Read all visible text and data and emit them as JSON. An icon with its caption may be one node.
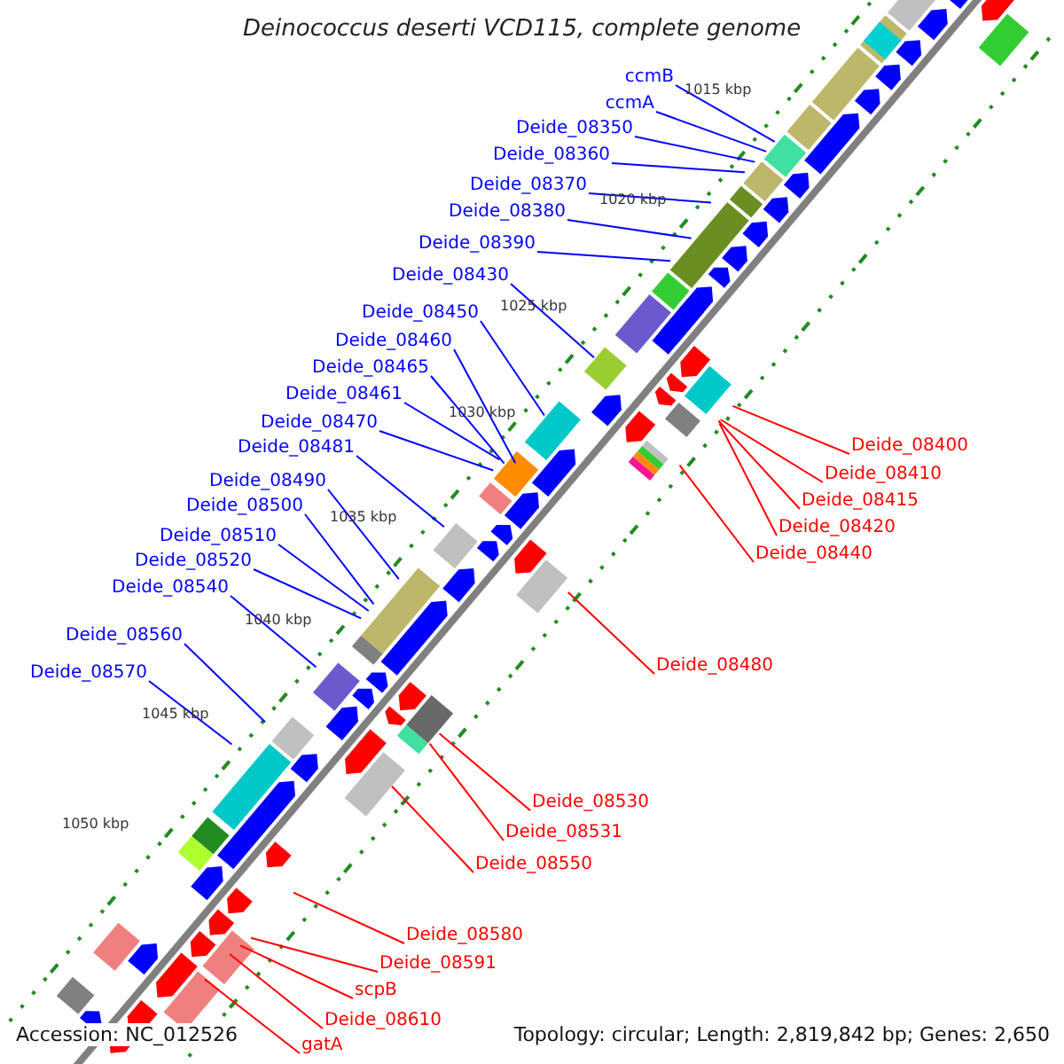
{
  "diagram": {
    "title": "Deinococcus deserti VCD115, complete genome",
    "nodes": [
      {
        "text": [
          "ccmB"
        ]
      },
      {
        "text": [
          "ccmA"
        ]
      },
      {
        "text": [
          "Deide_08350"
        ]
      },
      {
        "text": [
          "Deide_08360"
        ]
      },
      {
        "text": [
          "Deide_08370"
        ]
      },
      {
        "text": [
          "Deide_08380"
        ]
      },
      {
        "text": [
          "Deide_08390"
        ]
      },
      {
        "text": [
          "Deide_08430"
        ]
      },
      {
        "text": [
          "Deide_08450"
        ]
      },
      {
        "text": [
          "Deide_08460"
        ]
      },
      {
        "text": [
          "Deide_08465"
        ]
      },
      {
        "text": [
          "Deide_08461"
        ]
      },
      {
        "text": [
          "Deide_08470"
        ]
      },
      {
        "text": [
          "Deide_08481"
        ]
      },
      {
        "text": [
          "Deide_08490"
        ]
      },
      {
        "text": [
          "Deide_08500"
        ]
      },
      {
        "text": [
          "Deide_08510"
        ]
      },
      {
        "text": [
          "Deide_08520"
        ]
      },
      {
        "text": [
          "Deide_08540"
        ]
      },
      {
        "text": [
          "Deide_08560"
        ]
      },
      {
        "text": [
          "Deide_08570"
        ]
      },
      {
        "text": [
          "Deide_08400"
        ]
      },
      {
        "text": [
          "Deide_08410"
        ]
      },
      {
        "text": [
          "Deide_08415"
        ]
      },
      {
        "text": [
          "Deide_08420"
        ]
      },
      {
        "text": [
          "Deide_08440"
        ]
      },
      {
        "text": [
          "Deide_08480"
        ]
      },
      {
        "text": [
          "Deide_08530"
        ]
      },
      {
        "text": [
          "Deide_08531"
        ]
      },
      {
        "text": [
          "Deide_08550"
        ]
      },
      {
        "text": [
          "Deide_08580"
        ]
      },
      {
        "text": [
          "Deide_08591"
        ]
      },
      {
        "text": [
          "scpB"
        ]
      },
      {
        "text": [
          "Deide_08610"
        ]
      },
      {
        "text": [
          "gatA"
        ]
      }
    ],
    "edges": [
      {
        "from": 0,
        "to": null,
        "arrow": "none",
        "color": "#0000ff"
      },
      {
        "from": 1,
        "to": null,
        "arrow": "none",
        "color": "#0000ff"
      },
      {
        "from": 2,
        "to": null,
        "arrow": "none",
        "color": "#0000ff"
      },
      {
        "from": 3,
        "to": null,
        "arrow": "none",
        "color": "#0000ff"
      },
      {
        "from": 4,
        "to": null,
        "arrow": "none",
        "color": "#0000ff"
      },
      {
        "from": 5,
        "to": null,
        "arrow": "none",
        "color": "#0000ff"
      },
      {
        "from": 6,
        "to": null,
        "arrow": "none",
        "color": "#0000ff"
      },
      {
        "from": 7,
        "to": null,
        "arrow": "none",
        "color": "#0000ff"
      },
      {
        "from": 8,
        "to": null,
        "arrow": "none",
        "color": "#0000ff"
      },
      {
        "from": 9,
        "to": null,
        "arrow": "none",
        "color": "#0000ff"
      },
      {
        "from": 10,
        "to": null,
        "arrow": "none",
        "color": "#0000ff"
      },
      {
        "from": 11,
        "to": null,
        "arrow": "none",
        "color": "#0000ff"
      },
      {
        "from": 12,
        "to": null,
        "arrow": "none",
        "color": "#0000ff"
      },
      {
        "from": 13,
        "to": null,
        "arrow": "none",
        "color": "#0000ff"
      },
      {
        "from": 14,
        "to": null,
        "arrow": "none",
        "color": "#0000ff"
      },
      {
        "from": 15,
        "to": null,
        "arrow": "none",
        "color": "#0000ff"
      },
      {
        "from": 16,
        "to": null,
        "arrow": "none",
        "color": "#0000ff"
      },
      {
        "from": 17,
        "to": null,
        "arrow": "none",
        "color": "#0000ff"
      },
      {
        "from": 18,
        "to": null,
        "arrow": "none",
        "color": "#0000ff"
      },
      {
        "from": 19,
        "to": null,
        "arrow": "none",
        "color": "#0000ff"
      },
      {
        "from": 20,
        "to": null,
        "arrow": "none",
        "color": "#0000ff"
      },
      {
        "from": 21,
        "to": null,
        "arrow": "none",
        "color": "#ff0000"
      },
      {
        "from": 22,
        "to": null,
        "arrow": "none",
        "color": "#ff0000"
      },
      {
        "from": 23,
        "to": null,
        "arrow": "none",
        "color": "#ff0000"
      },
      {
        "from": 24,
        "to": null,
        "arrow": "none",
        "color": "#ff0000"
      },
      {
        "from": 25,
        "to": null,
        "arrow": "none",
        "color": "#ff0000"
      },
      {
        "from": 26,
        "to": null,
        "arrow": "none",
        "color": "#ff0000"
      },
      {
        "from": 27,
        "to": null,
        "arrow": "none",
        "color": "#ff0000"
      },
      {
        "from": 28,
        "to": null,
        "arrow": "none",
        "color": "#ff0000"
      },
      {
        "from": 29,
        "to": null,
        "arrow": "none",
        "color": "#ff0000"
      },
      {
        "from": 30,
        "to": null,
        "arrow": "none",
        "color": "#ff0000"
      },
      {
        "from": 31,
        "to": null,
        "arrow": "none",
        "color": "#ff0000"
      },
      {
        "from": 32,
        "to": null,
        "arrow": "none",
        "color": "#ff0000"
      },
      {
        "from": 33,
        "to": null,
        "arrow": "none",
        "color": "#ff0000"
      },
      {
        "from": 34,
        "to": null,
        "arrow": "none",
        "color": "#ff0000"
      }
    ],
    "labels": [
      "1015 kbp",
      "1020 kbp",
      "1025 kbp",
      "1030 kbp",
      "1035 kbp",
      "1040 kbp",
      "1045 kbp",
      "1050 kbp",
      "Accession: NC_012526",
      "Topology: circular; Length: 2,819,842 bp; Genes: 2,650"
    ]
  }
}
